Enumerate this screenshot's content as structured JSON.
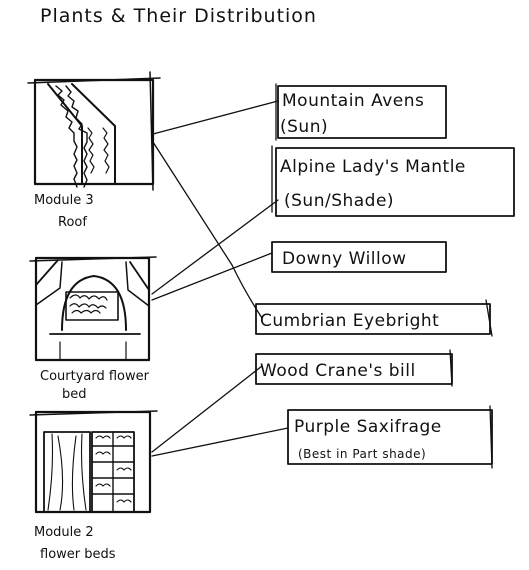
{
  "title": "Plants & Their Distribution",
  "modules": {
    "roof": {
      "caption_line1": "Module 3",
      "caption_line2": "Roof"
    },
    "courtyard": {
      "caption_line1": "Courtyard flower",
      "caption_line2": "bed"
    },
    "beds": {
      "caption_line1": "Module 2",
      "caption_line2": "flower beds"
    }
  },
  "plants": {
    "mountain_avens": {
      "line1": "Mountain Avens",
      "line2": "(Sun)"
    },
    "alpine_ladys_mantle": {
      "line1": "Alpine Lady's Mantle",
      "line2": "(Sun/Shade)"
    },
    "downy_willow": {
      "line1": "Downy Willow"
    },
    "cumbrian_eyebright": {
      "line1": "Cumbrian Eyebright"
    },
    "wood_cranesbill": {
      "line1": "Wood Crane's bill"
    },
    "purple_saxifrage": {
      "line1": "Purple Saxifrage",
      "line2": "(Best in Part shade)"
    }
  }
}
